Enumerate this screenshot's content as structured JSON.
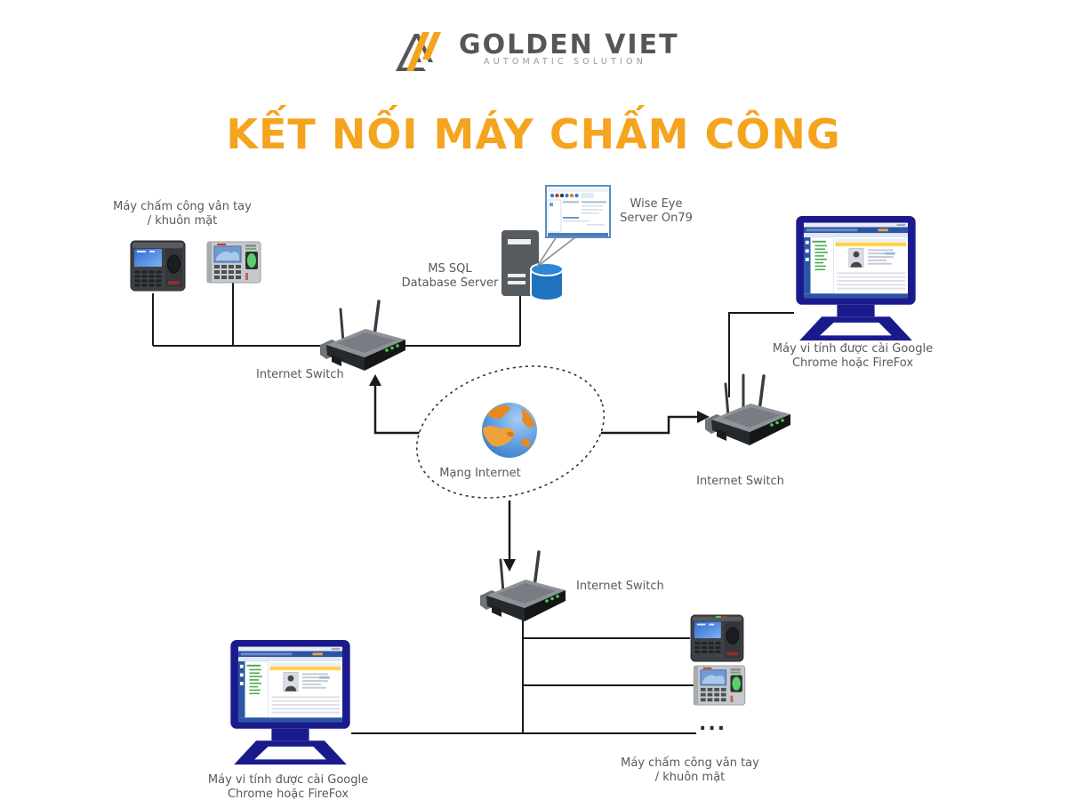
{
  "header": {
    "brand": "GOLDEN VIET",
    "tagline": "AUTOMATIC SOLUTION"
  },
  "title": "KẾT NỐI MÁY CHẤM CÔNG",
  "nodes": {
    "attendance_top_label": "Máy chấm công vân tay / khuôn mặt",
    "sql_server_label": "MS SQL Database Server",
    "wise_eye_label": "Wise Eye Server On79",
    "switch_top_label": "Internet Switch",
    "internet_label": "Mạng Internet",
    "switch_right_label": "Internet Switch",
    "pc_right_label": "Máy vi tính được cài Google Chrome hoặc FireFox",
    "switch_bottom_label": "Internet Switch",
    "pc_bottom_label": "Máy vi tính được cài Google Chrome hoặc FireFox",
    "attendance_bottom_label": "Máy chấm công vân tay / khuôn mặt",
    "more_devices": "..."
  },
  "colors": {
    "accent_orange": "#f5a41f",
    "brand_gray": "#54565a",
    "label_gray": "#58595b",
    "monitor_navy": "#1a1a8c",
    "database_blue": "#2e86d6",
    "line_black": "#1a1a1a",
    "led_green": "#45d145"
  }
}
